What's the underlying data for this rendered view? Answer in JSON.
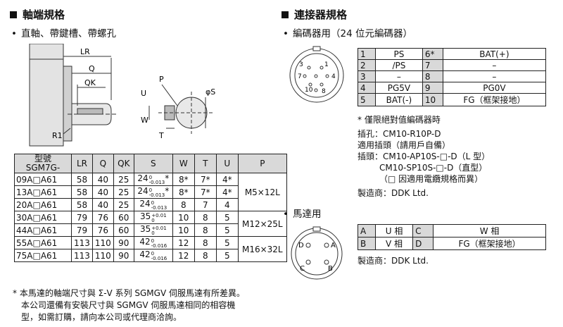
{
  "left": {
    "title": "軸端規格",
    "subtitle": "直軸、帶鍵槽、帶螺孔",
    "diagram_labels": {
      "lr": "LR",
      "q": "Q",
      "qk": "QK",
      "r1": "R1",
      "p": "P",
      "u": "U",
      "w": "W",
      "t": "T",
      "s": "φS"
    },
    "spec_table": {
      "headers": [
        "型號\nSGM7G-",
        "LR",
        "Q",
        "QK",
        "S",
        "W",
        "T",
        "U",
        "P"
      ],
      "rows": [
        {
          "model": "09A□A61",
          "lr": "58",
          "q": "40",
          "qk": "25",
          "s": "24",
          "tol_top": "0",
          "tol_bot": "-0.013",
          "s_mark": "*",
          "w": "8*",
          "t": "7*",
          "u": "4*"
        },
        {
          "model": "13A□A61",
          "lr": "58",
          "q": "40",
          "qk": "25",
          "s": "24",
          "tol_top": "0",
          "tol_bot": "-0.013",
          "s_mark": "*",
          "w": "8*",
          "t": "7*",
          "u": "4*"
        },
        {
          "model": "20A□A61",
          "lr": "58",
          "q": "40",
          "qk": "25",
          "s": "24",
          "tol_top": "0",
          "tol_bot": "-0.013",
          "s_mark": "",
          "w": "8",
          "t": "7",
          "u": "4"
        },
        {
          "model": "30A□A61",
          "lr": "79",
          "q": "76",
          "qk": "60",
          "s": "35",
          "tol_top": "+0.01",
          "tol_bot": "0",
          "s_mark": "",
          "w": "10",
          "t": "8",
          "u": "5"
        },
        {
          "model": "44A□A61",
          "lr": "79",
          "q": "76",
          "qk": "60",
          "s": "35",
          "tol_top": "+0.01",
          "tol_bot": "0",
          "s_mark": "",
          "w": "10",
          "t": "8",
          "u": "5"
        },
        {
          "model": "55A□A61",
          "lr": "113",
          "q": "110",
          "qk": "90",
          "s": "42",
          "tol_top": "0",
          "tol_bot": "-0.016",
          "s_mark": "",
          "w": "12",
          "t": "8",
          "u": "5"
        },
        {
          "model": "75A□A61",
          "lr": "113",
          "q": "110",
          "qk": "90",
          "s": "42",
          "tol_top": "0",
          "tol_bot": "-0.016",
          "s_mark": "",
          "w": "12",
          "t": "8",
          "u": "5"
        }
      ],
      "p_values": [
        "M5×12L",
        "M12×25L",
        "M16×32L"
      ]
    },
    "notes": [
      "* 本馬達的軸端尺寸與 Σ-V 系列 SGMGV 伺服馬達有所差異。",
      "本公司還備有安裝尺寸與 SGMGV 伺服馬達相同的相容機",
      "型，如需訂購，請向本公司或代理商洽詢。"
    ]
  },
  "right": {
    "title": "連接器規格",
    "encoder_subtitle": "編碼器用（24 位元編碼器）",
    "encoder_pin_numbers": [
      "3",
      "1",
      "7",
      "4",
      "10",
      "8"
    ],
    "encoder_table": [
      {
        "p1": "1",
        "s1": "PS",
        "p2": "6*",
        "s2": "BAT(+)"
      },
      {
        "p1": "2",
        "s1": "/PS",
        "p2": "7",
        "s2": "–"
      },
      {
        "p1": "3",
        "s1": "–",
        "p2": "8",
        "s2": "–"
      },
      {
        "p1": "4",
        "s1": "PG5V",
        "p2": "9",
        "s2": "PG0V"
      },
      {
        "p1": "5",
        "s1": "BAT(-)",
        "p2": "10",
        "s2": "FG（框架接地）"
      }
    ],
    "encoder_notes": [
      "* 僅限絕對值編碼器時",
      "插孔：CM10-R10P-D",
      "適用插頭（請用戶自備）",
      "插頭：CM10-AP10S-□-D（L 型）",
      "CM10-SP10S-□-D（直型）",
      "（□ 因適用電纜規格而異）",
      "製造商：DDK Ltd."
    ],
    "motor_subtitle": "馬達用",
    "motor_pin_letters": [
      "D",
      "A",
      "C",
      "B"
    ],
    "motor_table": [
      {
        "p1": "A",
        "s1": "U 相",
        "p2": "C",
        "s2": "W 相"
      },
      {
        "p1": "B",
        "s1": "V 相",
        "p2": "D",
        "s2": "FG（框架接地）"
      }
    ],
    "motor_maker": "製造商：DDK Ltd."
  }
}
